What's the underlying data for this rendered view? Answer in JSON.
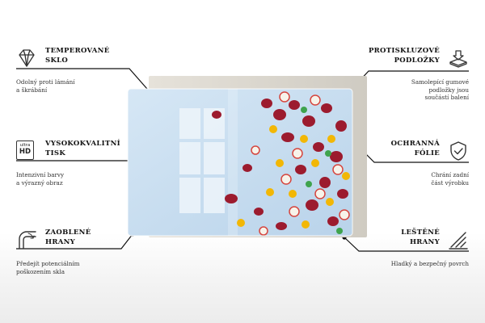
{
  "features_left": [
    {
      "title_1": "TEMPEROVANÉ",
      "title_2": "SKLO",
      "desc_1": "Odolný proti lámání",
      "desc_2": "a škrábání",
      "icon": "diamond-icon"
    },
    {
      "title_1": "VYSOKOKVALITNÍ",
      "title_2": "TISK",
      "desc_1": "Intenzivní barvy",
      "desc_2": "a výrazný obraz",
      "icon": "ultra-hd-icon",
      "icon_text_1": "ultra",
      "icon_text_2": "HD"
    },
    {
      "title_1": "ZAOBLENÉ",
      "title_2": "HRANY",
      "desc_1": "Předejít potenciálním",
      "desc_2": "poškozením skla",
      "icon": "rounded-corner-icon"
    }
  ],
  "features_right": [
    {
      "title_1": "PROTISKLUZOVÉ",
      "title_2": "PODLOŽKY",
      "desc_1": "Samolepící gumové",
      "desc_2": "podložky jsou",
      "desc_3": "součástí balení",
      "icon": "anti-slip-pad-icon"
    },
    {
      "title_1": "OCHRANNÁ",
      "title_2": "FÓLIE",
      "desc_1": "Chrání zadní",
      "desc_2": "část výrobku",
      "icon": "shield-check-icon"
    },
    {
      "title_1": "LEŠTĚNÉ",
      "title_2": "HRANY",
      "desc_1": "Hladký a bezpečný povrch",
      "icon": "polished-edge-icon"
    }
  ],
  "product": {
    "image_subject": "colorful hard candies scattered on light blue background",
    "colors": {
      "glass_bg": "#c9dff0",
      "back_panel": "#d9d6cf",
      "candy_red": "#9c1b2e",
      "candy_yellow": "#f2b705",
      "candy_white": "#f7f3ea"
    }
  },
  "colors": {
    "line": "#111111",
    "text": "#222222",
    "icon_stroke": "#333333"
  }
}
